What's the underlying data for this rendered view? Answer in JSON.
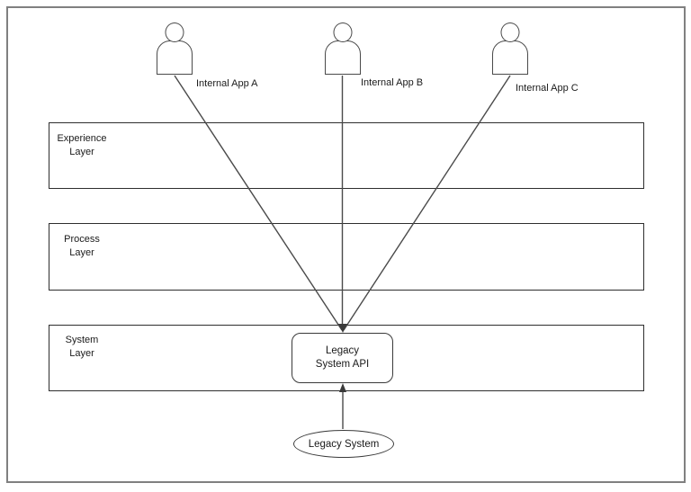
{
  "diagram": {
    "actors": [
      {
        "label": "Internal App A"
      },
      {
        "label": "Internal App B"
      },
      {
        "label": "Internal App C"
      }
    ],
    "layers": [
      {
        "line1": "Experience",
        "line2": "Layer"
      },
      {
        "line1": "Process",
        "line2": "Layer"
      },
      {
        "line1": "System",
        "line2": "Layer"
      }
    ],
    "api_box": {
      "line1": "Legacy",
      "line2": "System API"
    },
    "legacy_system": {
      "label": "Legacy System"
    },
    "colors": {
      "outer_frame": "#808080",
      "layer_border": "#2e2e2e",
      "connector_line": "#4a4a4a",
      "background": "#ffffff"
    }
  }
}
